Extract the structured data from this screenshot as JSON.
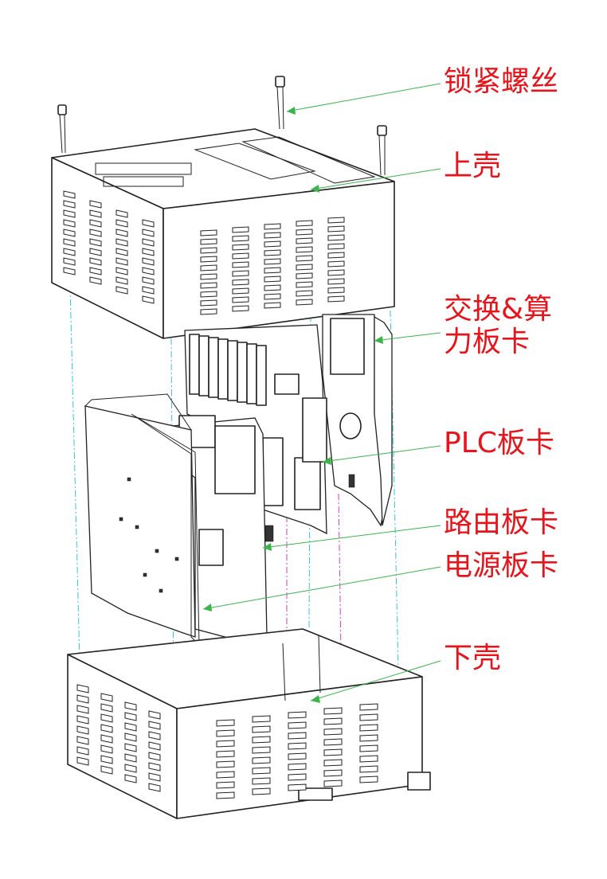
{
  "labels": {
    "lock_screws": "锁紧螺丝",
    "upper_shell": "上壳",
    "switch_compute_card": "交换&算力板卡",
    "plc_card": "PLC板卡",
    "router_card": "路由板卡",
    "power_card": "电源板卡",
    "lower_shell": "下壳"
  },
  "colors": {
    "label_text": "#e8141b",
    "leader_line": "#3bb54a",
    "guide_cyan": "#37c6d6",
    "guide_magenta": "#d03fd0",
    "outline": "#222222"
  }
}
